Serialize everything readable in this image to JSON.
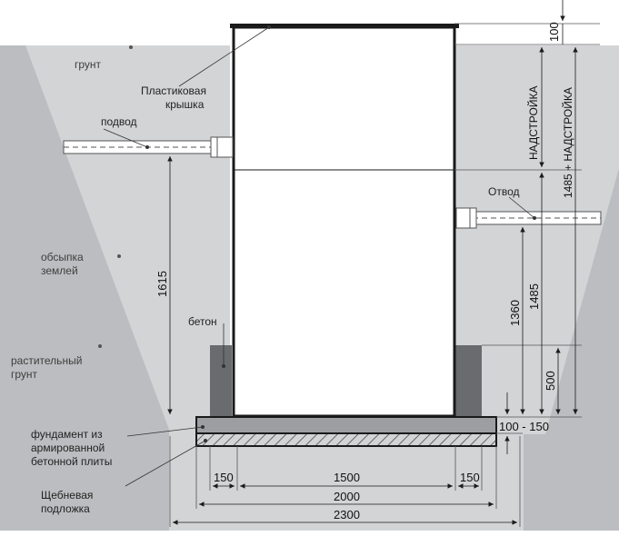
{
  "labels": {
    "ground": "грунт",
    "lid_line1": "Пластиковая",
    "lid_line2": "крышка",
    "inlet": "подвод",
    "outlet": "Отвод",
    "backfill_line1": "обсыпка",
    "backfill_line2": "землей",
    "concrete": "бетон",
    "topsoil_line1": "растительный",
    "topsoil_line2": "грунт",
    "foundation_line1": "фундамент из",
    "foundation_line2": "армированной",
    "foundation_line3": "бетонной плиты",
    "gravel_line1": "Щебневая",
    "gravel_line2": "подложка"
  },
  "dimensions": {
    "top_100": "100",
    "superstructure": "НАДСТРОЙКА",
    "total_height": "1485 + НАДСТРОЙКА",
    "inlet_height": "1615",
    "outlet_height": "1360",
    "height_1485": "1485",
    "height_500": "500",
    "slab_thickness": "100 - 150",
    "width_150_left": "150",
    "width_1500": "1500",
    "width_150_right": "150",
    "width_2000": "2000",
    "width_2300": "2300"
  },
  "colors": {
    "background": "#ffffff",
    "topsoil": "#bcbdc0",
    "backfill": "#d3d4d6",
    "concrete": "#6a6b6e",
    "slab": "#9d9ea1",
    "lines": "#1a1a1a"
  }
}
